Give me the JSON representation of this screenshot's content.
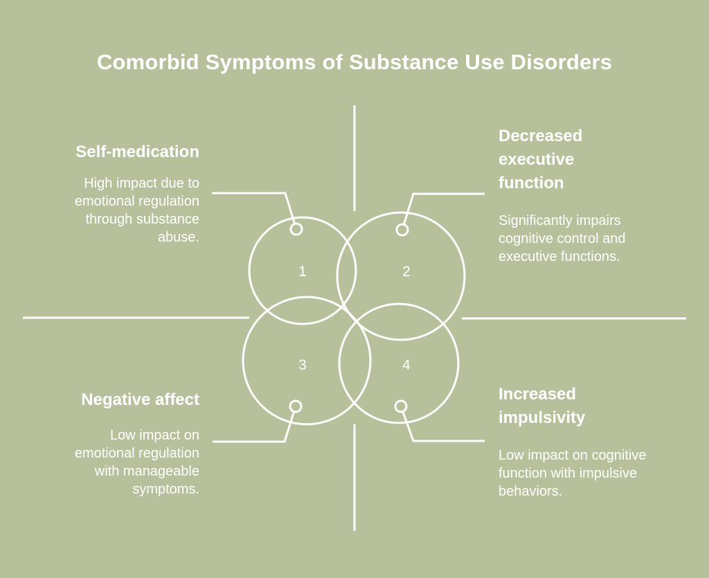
{
  "colors": {
    "background": "#b6c19b",
    "line": "#ffffff",
    "text": "#ffffff"
  },
  "title": "Comorbid Symptoms of Substance Use Disorders",
  "quadrants": [
    {
      "id": "self-medication",
      "position": "top-left",
      "number": "1",
      "heading_lines": [
        "Self-medication"
      ],
      "desc_lines": [
        "High impact due to",
        "emotional regulation",
        "through substance",
        "abuse."
      ]
    },
    {
      "id": "decreased-executive-function",
      "position": "top-right",
      "number": "2",
      "heading_lines": [
        "Decreased",
        "executive",
        "function"
      ],
      "desc_lines": [
        "Significantly impairs",
        "cognitive control and",
        "executive functions."
      ]
    },
    {
      "id": "negative-affect",
      "position": "bottom-left",
      "number": "3",
      "heading_lines": [
        "Negative affect"
      ],
      "desc_lines": [
        "Low impact on",
        "emotional regulation",
        "with manageable",
        "symptoms."
      ]
    },
    {
      "id": "increased-impulsivity",
      "position": "bottom-right",
      "number": "4",
      "heading_lines": [
        "Low impact on cognitive",
        "function with impulsive",
        "behaviors."
      ],
      "heading_lines_fix": [
        "Increased",
        "impulsivity"
      ]
    }
  ]
}
